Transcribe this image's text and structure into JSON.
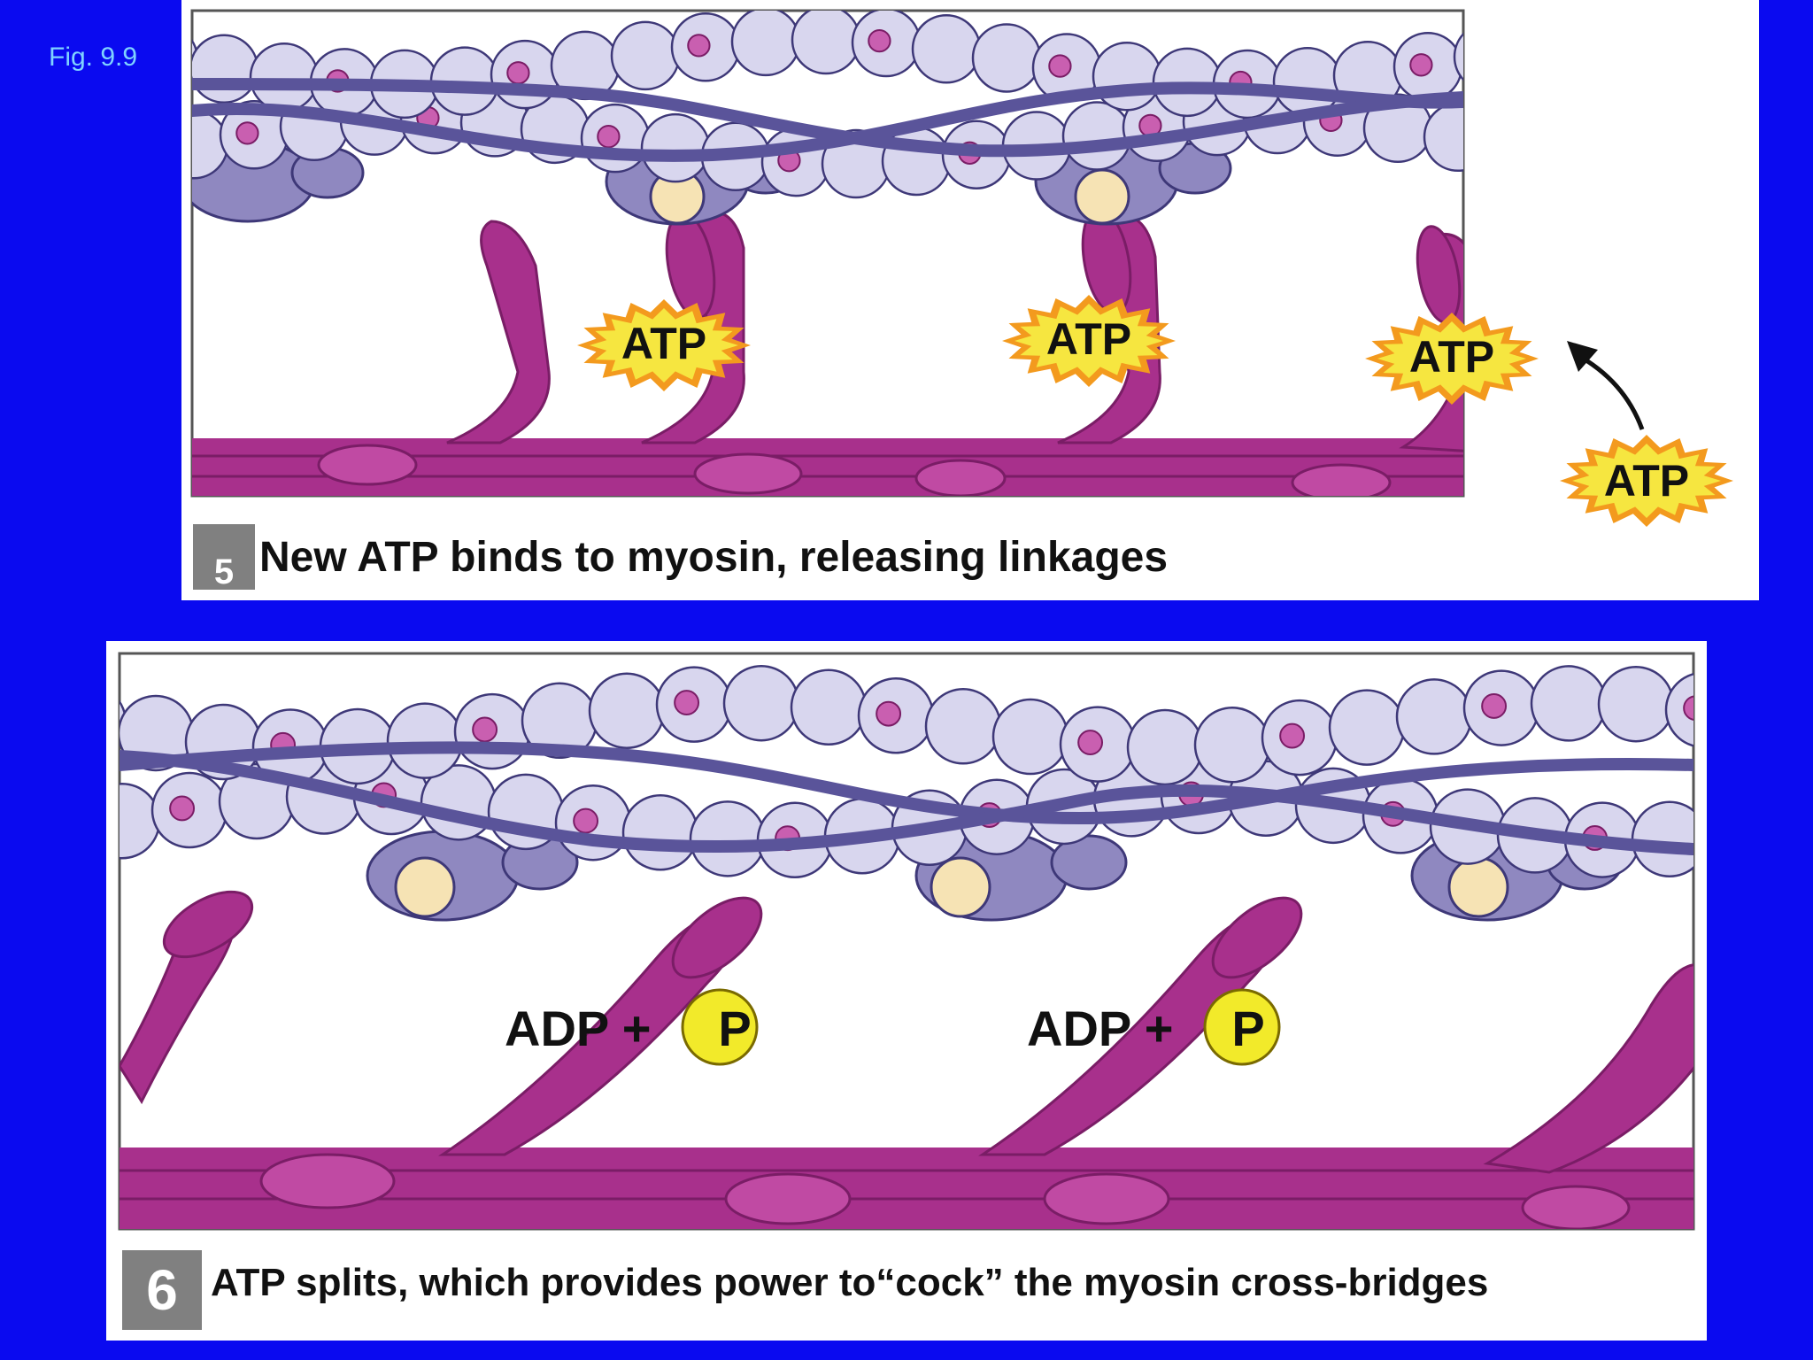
{
  "figure_label": "Fig. 9.9",
  "colors": {
    "background": "#0a0af0",
    "actin_bead": "#d8d6ee",
    "actin_spot": "#c95fb0",
    "tropomyosin": "#5a549a",
    "troponin": "#8f88c0",
    "calcium_site": "#f6e3b4",
    "myosin": "#a8308c",
    "atp_burst": "#f6e640",
    "phosphate": "#f2ea2a"
  },
  "panels": [
    {
      "step": "5",
      "caption": "New ATP binds to myosin, releasing linkages",
      "atp_labels": [
        "ATP",
        "ATP",
        "ATP"
      ],
      "free_atp_label": "ATP",
      "icons": [
        "atp-burst-icon",
        "arrow-icon"
      ]
    },
    {
      "step": "6",
      "caption": "ATP splits, which provides power to“cock” the myosin cross-bridges",
      "adp_labels": [
        "ADP +",
        "ADP +"
      ],
      "phosphate_labels": [
        "P",
        "P"
      ],
      "icons": [
        "phosphate-icon"
      ]
    }
  ]
}
